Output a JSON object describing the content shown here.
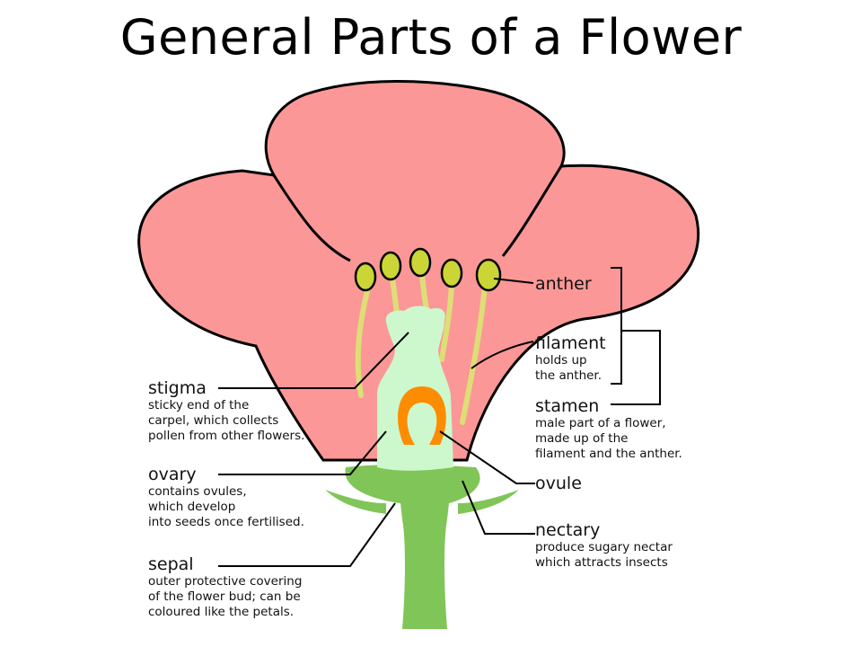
{
  "title": "General Parts of a Flower",
  "colors": {
    "petal": "#fc9797",
    "stem_sepal": "#80c558",
    "carpel": "#cdf8cd",
    "ovule": "#fd8c00",
    "anther": "#ccd536",
    "filament": "#dede76",
    "outline": "#000000"
  },
  "labels": {
    "anther": {
      "name": "anther"
    },
    "filament": {
      "name": "filament",
      "desc": "holds up\nthe anther."
    },
    "stamen": {
      "name": "stamen",
      "desc": "male part of a flower,\nmade up of the\nfilament and the anther."
    },
    "ovule": {
      "name": "ovule"
    },
    "nectary": {
      "name": "nectary",
      "desc": "produce sugary nectar\nwhich attracts insects"
    },
    "stigma": {
      "name": "stigma",
      "desc": "sticky end of the\ncarpel, which collects\npollen from other flowers."
    },
    "ovary": {
      "name": "ovary",
      "desc": "contains ovules,\nwhich develop\ninto seeds once fertilised."
    },
    "sepal": {
      "name": "sepal",
      "desc": "outer protective covering\nof the flower bud; can be\ncoloured like the petals."
    }
  }
}
